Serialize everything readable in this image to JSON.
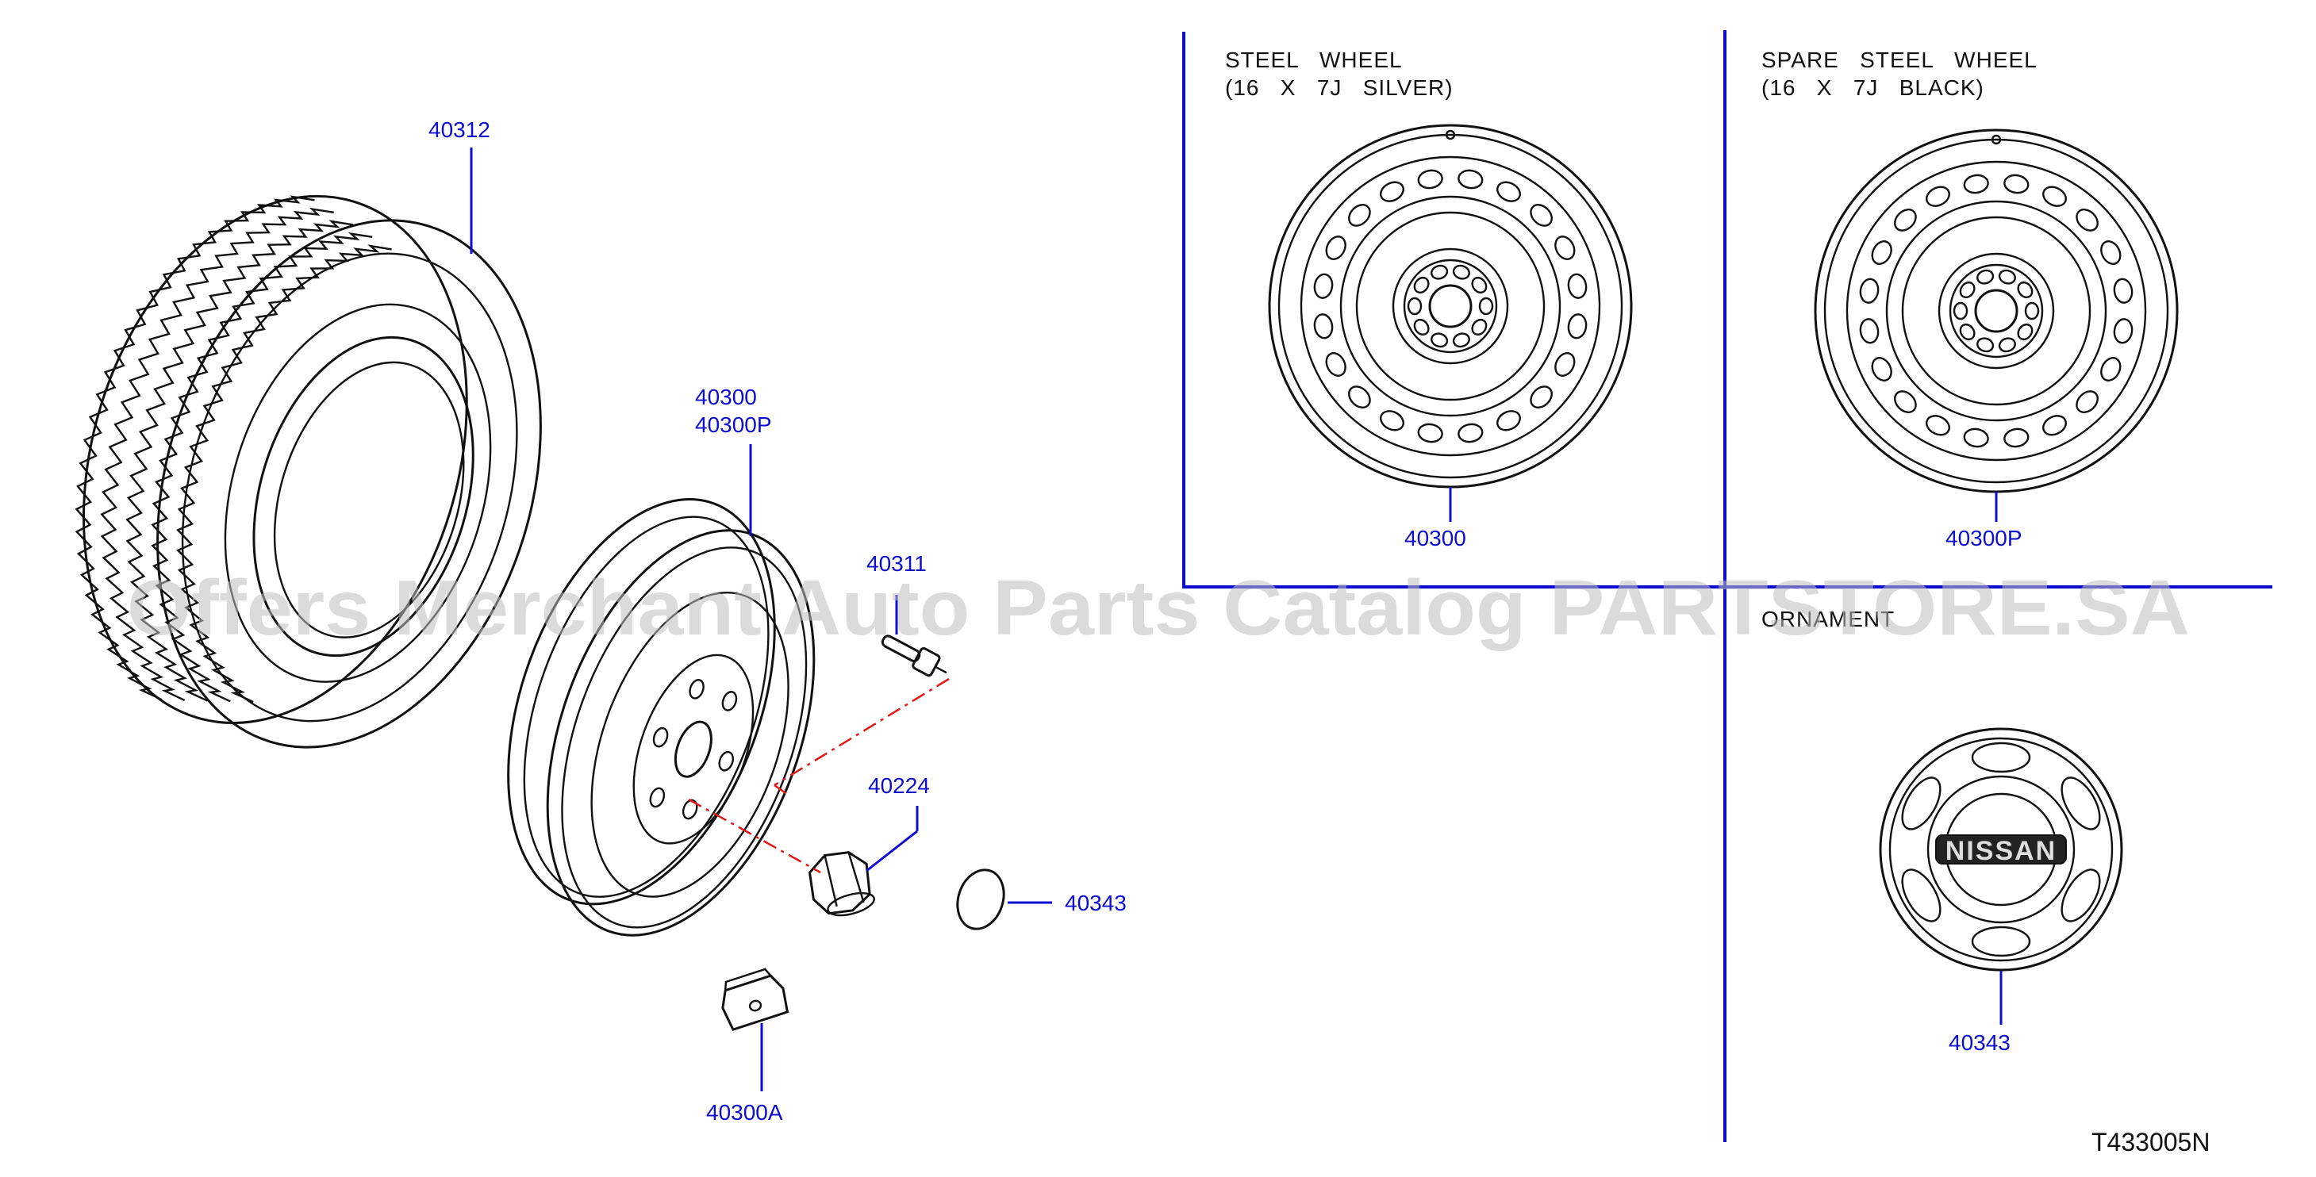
{
  "headers": {
    "steel_wheel_line1": "STEEL   WHEEL",
    "steel_wheel_line2": "(16   X   7J   SILVER)",
    "spare_wheel_line1": "SPARE   STEEL   WHEEL",
    "spare_wheel_line2": "(16   X   7J   BLACK)",
    "ornament": "ORNAMENT"
  },
  "parts": {
    "tire": "40312",
    "wheel_a": "40300",
    "wheel_b": "40300P",
    "valve": "40311",
    "nut": "40224",
    "cap_small": "40343",
    "weight": "40300A",
    "steel_wheel": "40300",
    "spare_wheel": "40300P",
    "ornament": "40343"
  },
  "emblem_text": "NISSAN",
  "diagram_code": "T433005N",
  "watermark": "Offers Merchant Auto Parts Catalog PARTSTORE.SA",
  "colors": {
    "callout": "#0d0dcf",
    "centerline": "#e21818",
    "linework": "#111111"
  }
}
